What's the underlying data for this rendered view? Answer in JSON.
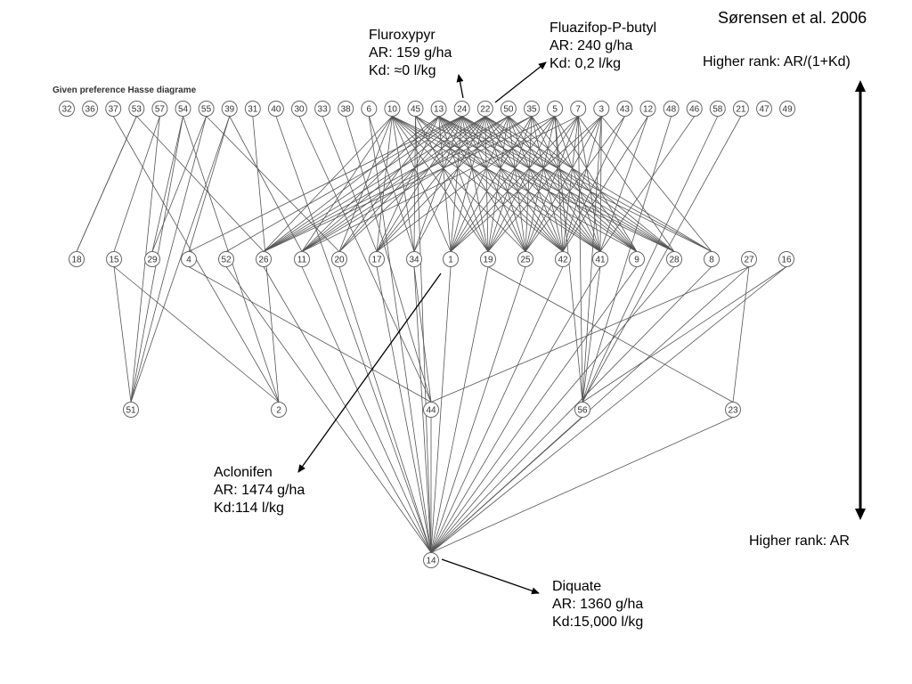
{
  "diagram": {
    "header": "Given preference Hasse diagrame",
    "reference": "Sørensen et al. 2006",
    "rank_top": "Higher rank: AR/(1+Kd)",
    "rank_bottom": "Higher rank: AR",
    "levels": [
      [
        "32",
        "36",
        "37",
        "53",
        "57",
        "54",
        "55",
        "39",
        "31",
        "40",
        "30",
        "33",
        "38",
        "6",
        "10",
        "45",
        "13",
        "24",
        "22",
        "50",
        "35",
        "5",
        "7",
        "3",
        "43",
        "12",
        "48",
        "46",
        "58",
        "21",
        "47",
        "49"
      ],
      [
        "18",
        "15",
        "29",
        "4",
        "52",
        "26",
        "11",
        "20",
        "17",
        "34",
        "1",
        "19",
        "25",
        "42",
        "41",
        "9",
        "28",
        "8",
        "27",
        "16"
      ],
      [
        "51",
        "2",
        "44",
        "56",
        "23"
      ],
      [
        "14"
      ]
    ],
    "callouts": {
      "fluroxypyr": {
        "name": "Fluroxypyr",
        "ar": "AR: 159 g/ha",
        "kd": "Kd: ≈0 l/kg"
      },
      "fluazifop": {
        "name": "Fluazifop-P-butyl",
        "ar": "AR: 240 g/ha",
        "kd": "Kd: 0,2 l/kg"
      },
      "aclonifen": {
        "name": "Aclonifen",
        "ar": "AR: 1474 g/ha",
        "kd": "Kd:114 l/kg"
      },
      "diquate": {
        "name": "Diquate",
        "ar": "AR: 1360 g/ha",
        "kd": "Kd:15,000 l/kg"
      }
    },
    "edges": [
      [
        "53",
        "18"
      ],
      [
        "53",
        "26"
      ],
      [
        "57",
        "15"
      ],
      [
        "57",
        "51"
      ],
      [
        "54",
        "29"
      ],
      [
        "54",
        "51"
      ],
      [
        "54",
        "2"
      ],
      [
        "55",
        "29"
      ],
      [
        "55",
        "51"
      ],
      [
        "55",
        "20"
      ],
      [
        "39",
        "4"
      ],
      [
        "39",
        "51"
      ],
      [
        "39",
        "11"
      ],
      [
        "37",
        "2"
      ],
      [
        "31",
        "2"
      ],
      [
        "40",
        "14"
      ],
      [
        "30",
        "44"
      ],
      [
        "33",
        "17"
      ],
      [
        "38",
        "44"
      ],
      [
        "6",
        "34"
      ],
      [
        "6",
        "14"
      ],
      [
        "10",
        "26"
      ],
      [
        "10",
        "11"
      ],
      [
        "10",
        "20"
      ],
      [
        "10",
        "17"
      ],
      [
        "10",
        "34"
      ],
      [
        "10",
        "1"
      ],
      [
        "10",
        "19"
      ],
      [
        "10",
        "25"
      ],
      [
        "10",
        "42"
      ],
      [
        "10",
        "41"
      ],
      [
        "10",
        "9"
      ],
      [
        "10",
        "28"
      ],
      [
        "45",
        "34"
      ],
      [
        "45",
        "19"
      ],
      [
        "45",
        "42"
      ],
      [
        "45",
        "41"
      ],
      [
        "45",
        "28"
      ],
      [
        "45",
        "14"
      ],
      [
        "13",
        "26"
      ],
      [
        "13",
        "11"
      ],
      [
        "13",
        "20"
      ],
      [
        "13",
        "17"
      ],
      [
        "13",
        "1"
      ],
      [
        "13",
        "19"
      ],
      [
        "13",
        "25"
      ],
      [
        "13",
        "42"
      ],
      [
        "13",
        "41"
      ],
      [
        "13",
        "9"
      ],
      [
        "13",
        "28"
      ],
      [
        "13",
        "8"
      ],
      [
        "24",
        "4"
      ],
      [
        "24",
        "52"
      ],
      [
        "24",
        "26"
      ],
      [
        "24",
        "11"
      ],
      [
        "24",
        "20"
      ],
      [
        "24",
        "17"
      ],
      [
        "24",
        "34"
      ],
      [
        "24",
        "1"
      ],
      [
        "24",
        "19"
      ],
      [
        "24",
        "25"
      ],
      [
        "24",
        "42"
      ],
      [
        "24",
        "41"
      ],
      [
        "24",
        "9"
      ],
      [
        "24",
        "28"
      ],
      [
        "24",
        "8"
      ],
      [
        "22",
        "26"
      ],
      [
        "22",
        "11"
      ],
      [
        "22",
        "20"
      ],
      [
        "22",
        "17"
      ],
      [
        "22",
        "34"
      ],
      [
        "22",
        "1"
      ],
      [
        "22",
        "19"
      ],
      [
        "22",
        "25"
      ],
      [
        "22",
        "42"
      ],
      [
        "22",
        "41"
      ],
      [
        "22",
        "9"
      ],
      [
        "22",
        "28"
      ],
      [
        "22",
        "8"
      ],
      [
        "50",
        "26"
      ],
      [
        "50",
        "11"
      ],
      [
        "50",
        "17"
      ],
      [
        "50",
        "1"
      ],
      [
        "50",
        "19"
      ],
      [
        "50",
        "25"
      ],
      [
        "50",
        "42"
      ],
      [
        "50",
        "41"
      ],
      [
        "50",
        "9"
      ],
      [
        "50",
        "28"
      ],
      [
        "35",
        "26"
      ],
      [
        "35",
        "11"
      ],
      [
        "35",
        "1"
      ],
      [
        "35",
        "19"
      ],
      [
        "35",
        "25"
      ],
      [
        "35",
        "42"
      ],
      [
        "35",
        "41"
      ],
      [
        "35",
        "9"
      ],
      [
        "5",
        "26"
      ],
      [
        "5",
        "17"
      ],
      [
        "5",
        "1"
      ],
      [
        "5",
        "19"
      ],
      [
        "5",
        "25"
      ],
      [
        "5",
        "42"
      ],
      [
        "5",
        "41"
      ],
      [
        "5",
        "9"
      ],
      [
        "5",
        "56"
      ],
      [
        "7",
        "11"
      ],
      [
        "7",
        "1"
      ],
      [
        "7",
        "19"
      ],
      [
        "7",
        "25"
      ],
      [
        "7",
        "42"
      ],
      [
        "7",
        "41"
      ],
      [
        "7",
        "28"
      ],
      [
        "7",
        "56"
      ],
      [
        "3",
        "1"
      ],
      [
        "3",
        "19"
      ],
      [
        "3",
        "25"
      ],
      [
        "3",
        "42"
      ],
      [
        "3",
        "41"
      ],
      [
        "3",
        "56"
      ],
      [
        "3",
        "8"
      ],
      [
        "43",
        "25"
      ],
      [
        "43",
        "42"
      ],
      [
        "12",
        "41"
      ],
      [
        "12",
        "42"
      ],
      [
        "48",
        "56"
      ],
      [
        "46",
        "41"
      ],
      [
        "58",
        "56"
      ],
      [
        "21",
        "56"
      ],
      [
        "15",
        "51"
      ],
      [
        "15",
        "2"
      ],
      [
        "18",
        "53"
      ],
      [
        "4",
        "44"
      ],
      [
        "52",
        "14"
      ],
      [
        "26",
        "14"
      ],
      [
        "11",
        "14"
      ],
      [
        "20",
        "14"
      ],
      [
        "17",
        "14"
      ],
      [
        "34",
        "44"
      ],
      [
        "34",
        "14"
      ],
      [
        "1",
        "14"
      ],
      [
        "19",
        "14"
      ],
      [
        "25",
        "14"
      ],
      [
        "42",
        "14"
      ],
      [
        "41",
        "56"
      ],
      [
        "41",
        "14"
      ],
      [
        "9",
        "14"
      ],
      [
        "28",
        "14"
      ],
      [
        "8",
        "14"
      ],
      [
        "27",
        "44"
      ],
      [
        "27",
        "23"
      ],
      [
        "27",
        "14"
      ],
      [
        "16",
        "14"
      ],
      [
        "16",
        "56"
      ],
      [
        "44",
        "14"
      ],
      [
        "56",
        "14"
      ],
      [
        "23",
        "14"
      ],
      [
        "19",
        "23"
      ]
    ]
  }
}
